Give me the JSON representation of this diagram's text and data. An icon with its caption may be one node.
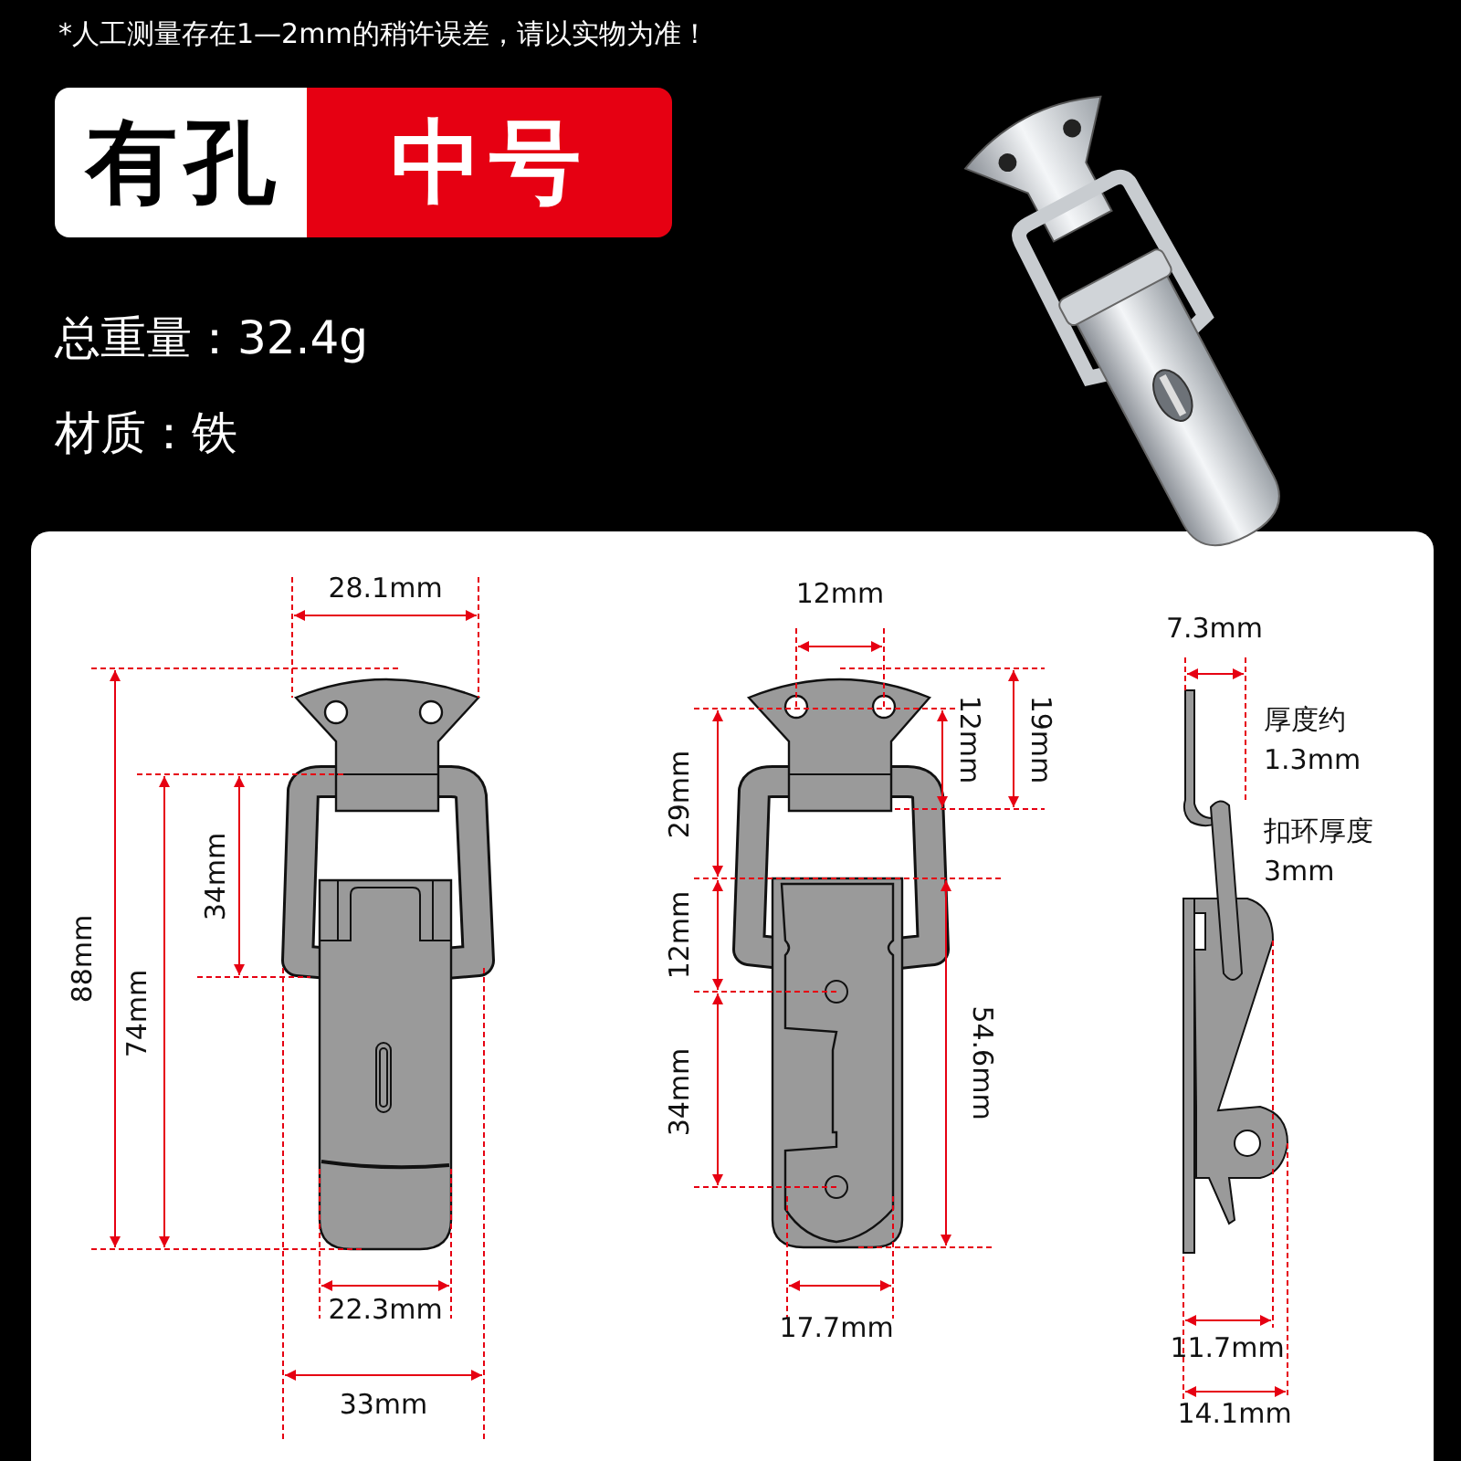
{
  "diagram": {
    "nodes": [
      {
        "text": [
          "有孔"
        ]
      },
      {
        "text": [
          "中号"
        ]
      }
    ],
    "labels": [
      "*人工测量存在1—2mm的稍许误差，请以实物为准！",
      "总重量：32.4g",
      "材质：铁",
      "28.1mm",
      "88mm",
      "74mm",
      "34mm",
      "22.3mm",
      "33mm",
      "12mm",
      "12mm",
      "19mm",
      "29mm",
      "12mm",
      "34mm",
      "54.6mm",
      "17.7mm",
      "7.3mm",
      "厚度约 1.3mm",
      "扣环厚度 3mm",
      "11.7mm",
      "14.1mm"
    ]
  }
}
